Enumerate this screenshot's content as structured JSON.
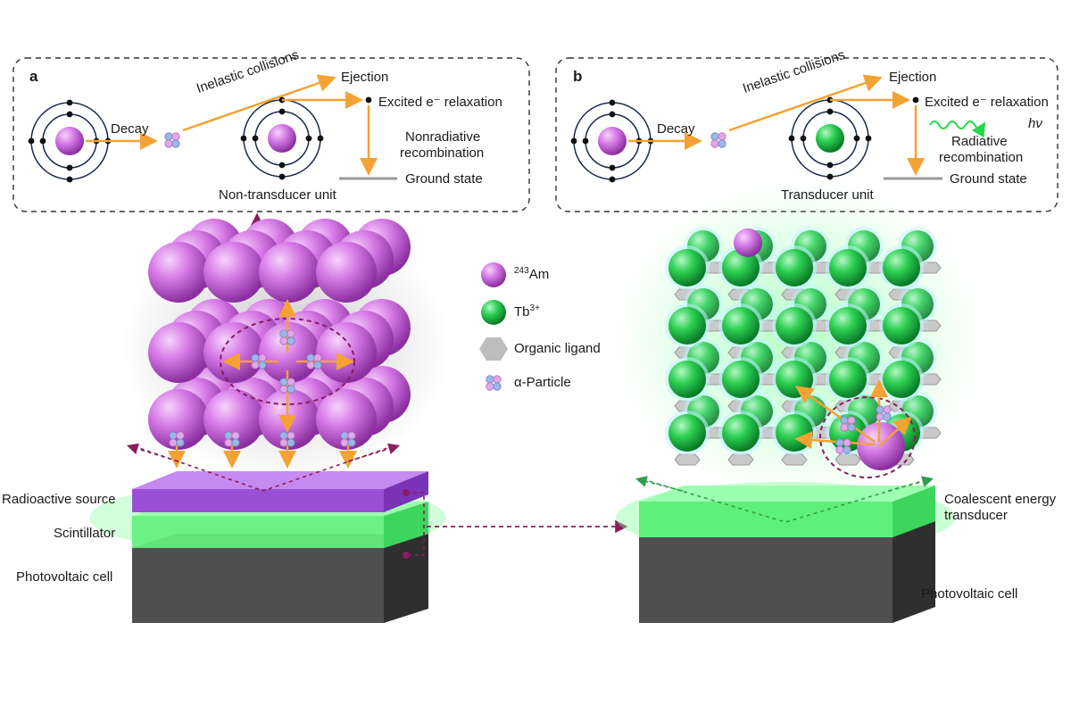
{
  "panel_a": {
    "letter": "a",
    "decay": "Decay",
    "inelastic": "Inelastic collisions",
    "ejection": "Ejection",
    "excited": "Excited e⁻  relaxation",
    "recomb": [
      "Nonradiative",
      "recombination"
    ],
    "ground": "Ground state",
    "unit": "Non-transducer unit"
  },
  "panel_b": {
    "letter": "b",
    "decay": "Decay",
    "inelastic": "Inelastic collisions",
    "ejection": "Ejection",
    "excited": "Excited e⁻  relaxation",
    "photon": "hν",
    "recomb": [
      "Radiative",
      "recombination"
    ],
    "ground": "Ground state",
    "unit": "Transducer unit"
  },
  "legend": {
    "am_sup": "243",
    "am_base": "Am",
    "tb_base": "Tb",
    "tb_sup": "3+",
    "ligand": "Organic ligand",
    "alpha": "α-Particle"
  },
  "left_stack": {
    "source": "Radioactive source",
    "scintillator": "Scintillator",
    "pv": "Photovoltaic cell"
  },
  "right_stack": {
    "transducer": [
      "Coalescent energy",
      "transducer"
    ],
    "pv": "Photovoltaic cell"
  },
  "colors": {
    "am": "#d070e0",
    "tb": "#22c24a",
    "arrow": "#f3a233",
    "dash": "#8a1d5e",
    "green_dash": "#2f9e4a",
    "source_layer": "#9a4fd6",
    "scint_layer": "#5ff07a",
    "pv_layer": "#555555"
  }
}
